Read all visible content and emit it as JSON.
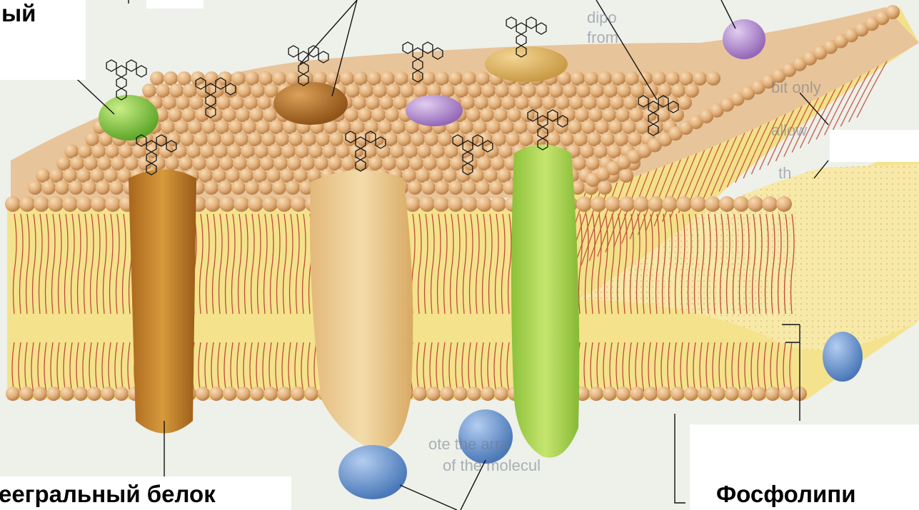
{
  "labels": {
    "top_left_fragment": "ый",
    "bottom_left": "еегральный белок",
    "bottom_right": "Фосфолипи"
  },
  "colors": {
    "bilayer_yellow": "#f6e58c",
    "tail_red": "#c0493a",
    "head_tan": "#e0b27c",
    "protein_brown": "#c98a2c",
    "protein_light": "#ecc98c",
    "protein_green": "#a9d44a",
    "protein_blue": "#6f9ad0",
    "protein_purple": "#b58fc9"
  }
}
